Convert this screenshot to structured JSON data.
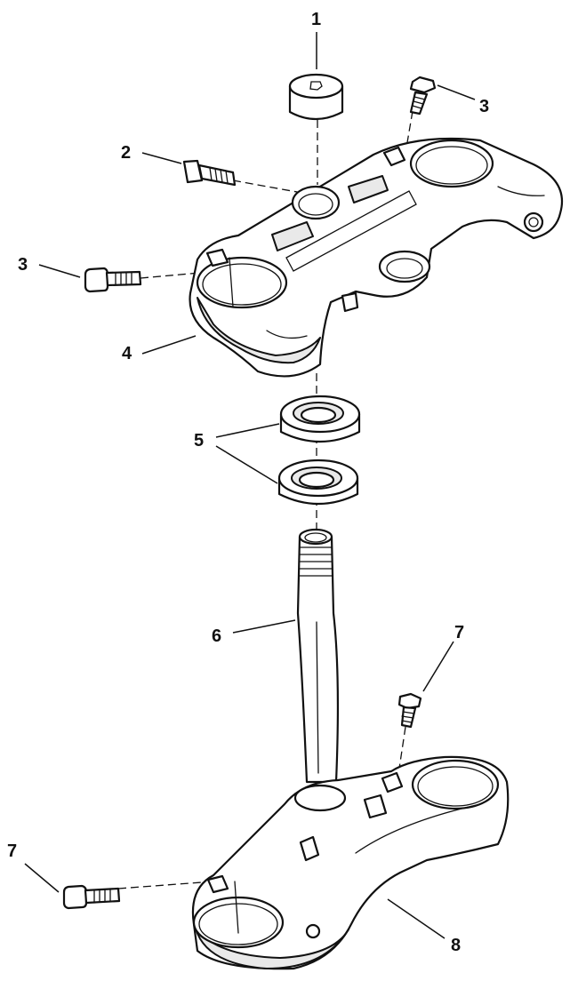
{
  "callouts": [
    {
      "id": "c1",
      "label": "1"
    },
    {
      "id": "c2",
      "label": "2"
    },
    {
      "id": "c3a",
      "label": "3"
    },
    {
      "id": "c3b",
      "label": "3"
    },
    {
      "id": "c4",
      "label": "4"
    },
    {
      "id": "c5",
      "label": "5"
    },
    {
      "id": "c6",
      "label": "6"
    },
    {
      "id": "c7a",
      "label": "7"
    },
    {
      "id": "c7b",
      "label": "7"
    },
    {
      "id": "c8",
      "label": "8"
    }
  ]
}
